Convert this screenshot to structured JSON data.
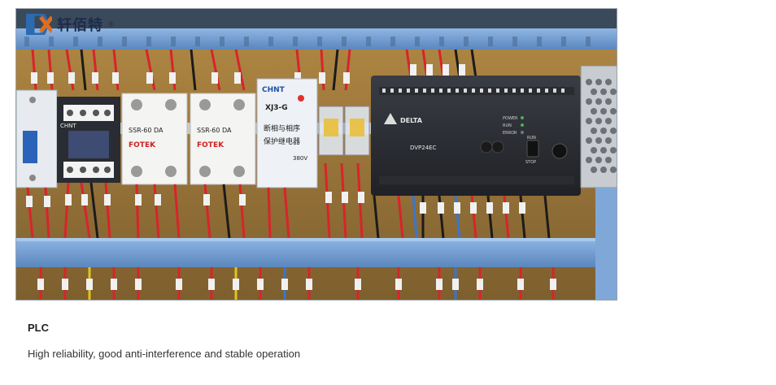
{
  "logo": {
    "brand": "轩佰特",
    "mark": "®"
  },
  "photo": {
    "contactor_brand": "CHNT",
    "relay_left_brand": "FOTEK",
    "relay_left_model": "SSR-60 DA",
    "relay_right_brand": "FOTEK",
    "relay_right_model": "SSR-60 DA",
    "phase_relay_brand": "CHNT",
    "phase_relay_model": "XJ3-G",
    "phase_relay_label_1": "断相与相序",
    "phase_relay_label_2": "保护继电器",
    "phase_relay_voltage": "380V",
    "plc_brand": "DELTA",
    "plc_model": "DVP24EC",
    "plc_leds": [
      "POWER",
      "RUN",
      "ERROR"
    ],
    "plc_switch": [
      "RUN",
      "STOP"
    ]
  },
  "caption": {
    "title": "PLC",
    "description": "High reliability, good anti-interference and stable operation"
  },
  "colors": {
    "panel_rail": "#6f9ed4",
    "backplate": "#a07c3e",
    "wire_red": "#d8242b"
  }
}
